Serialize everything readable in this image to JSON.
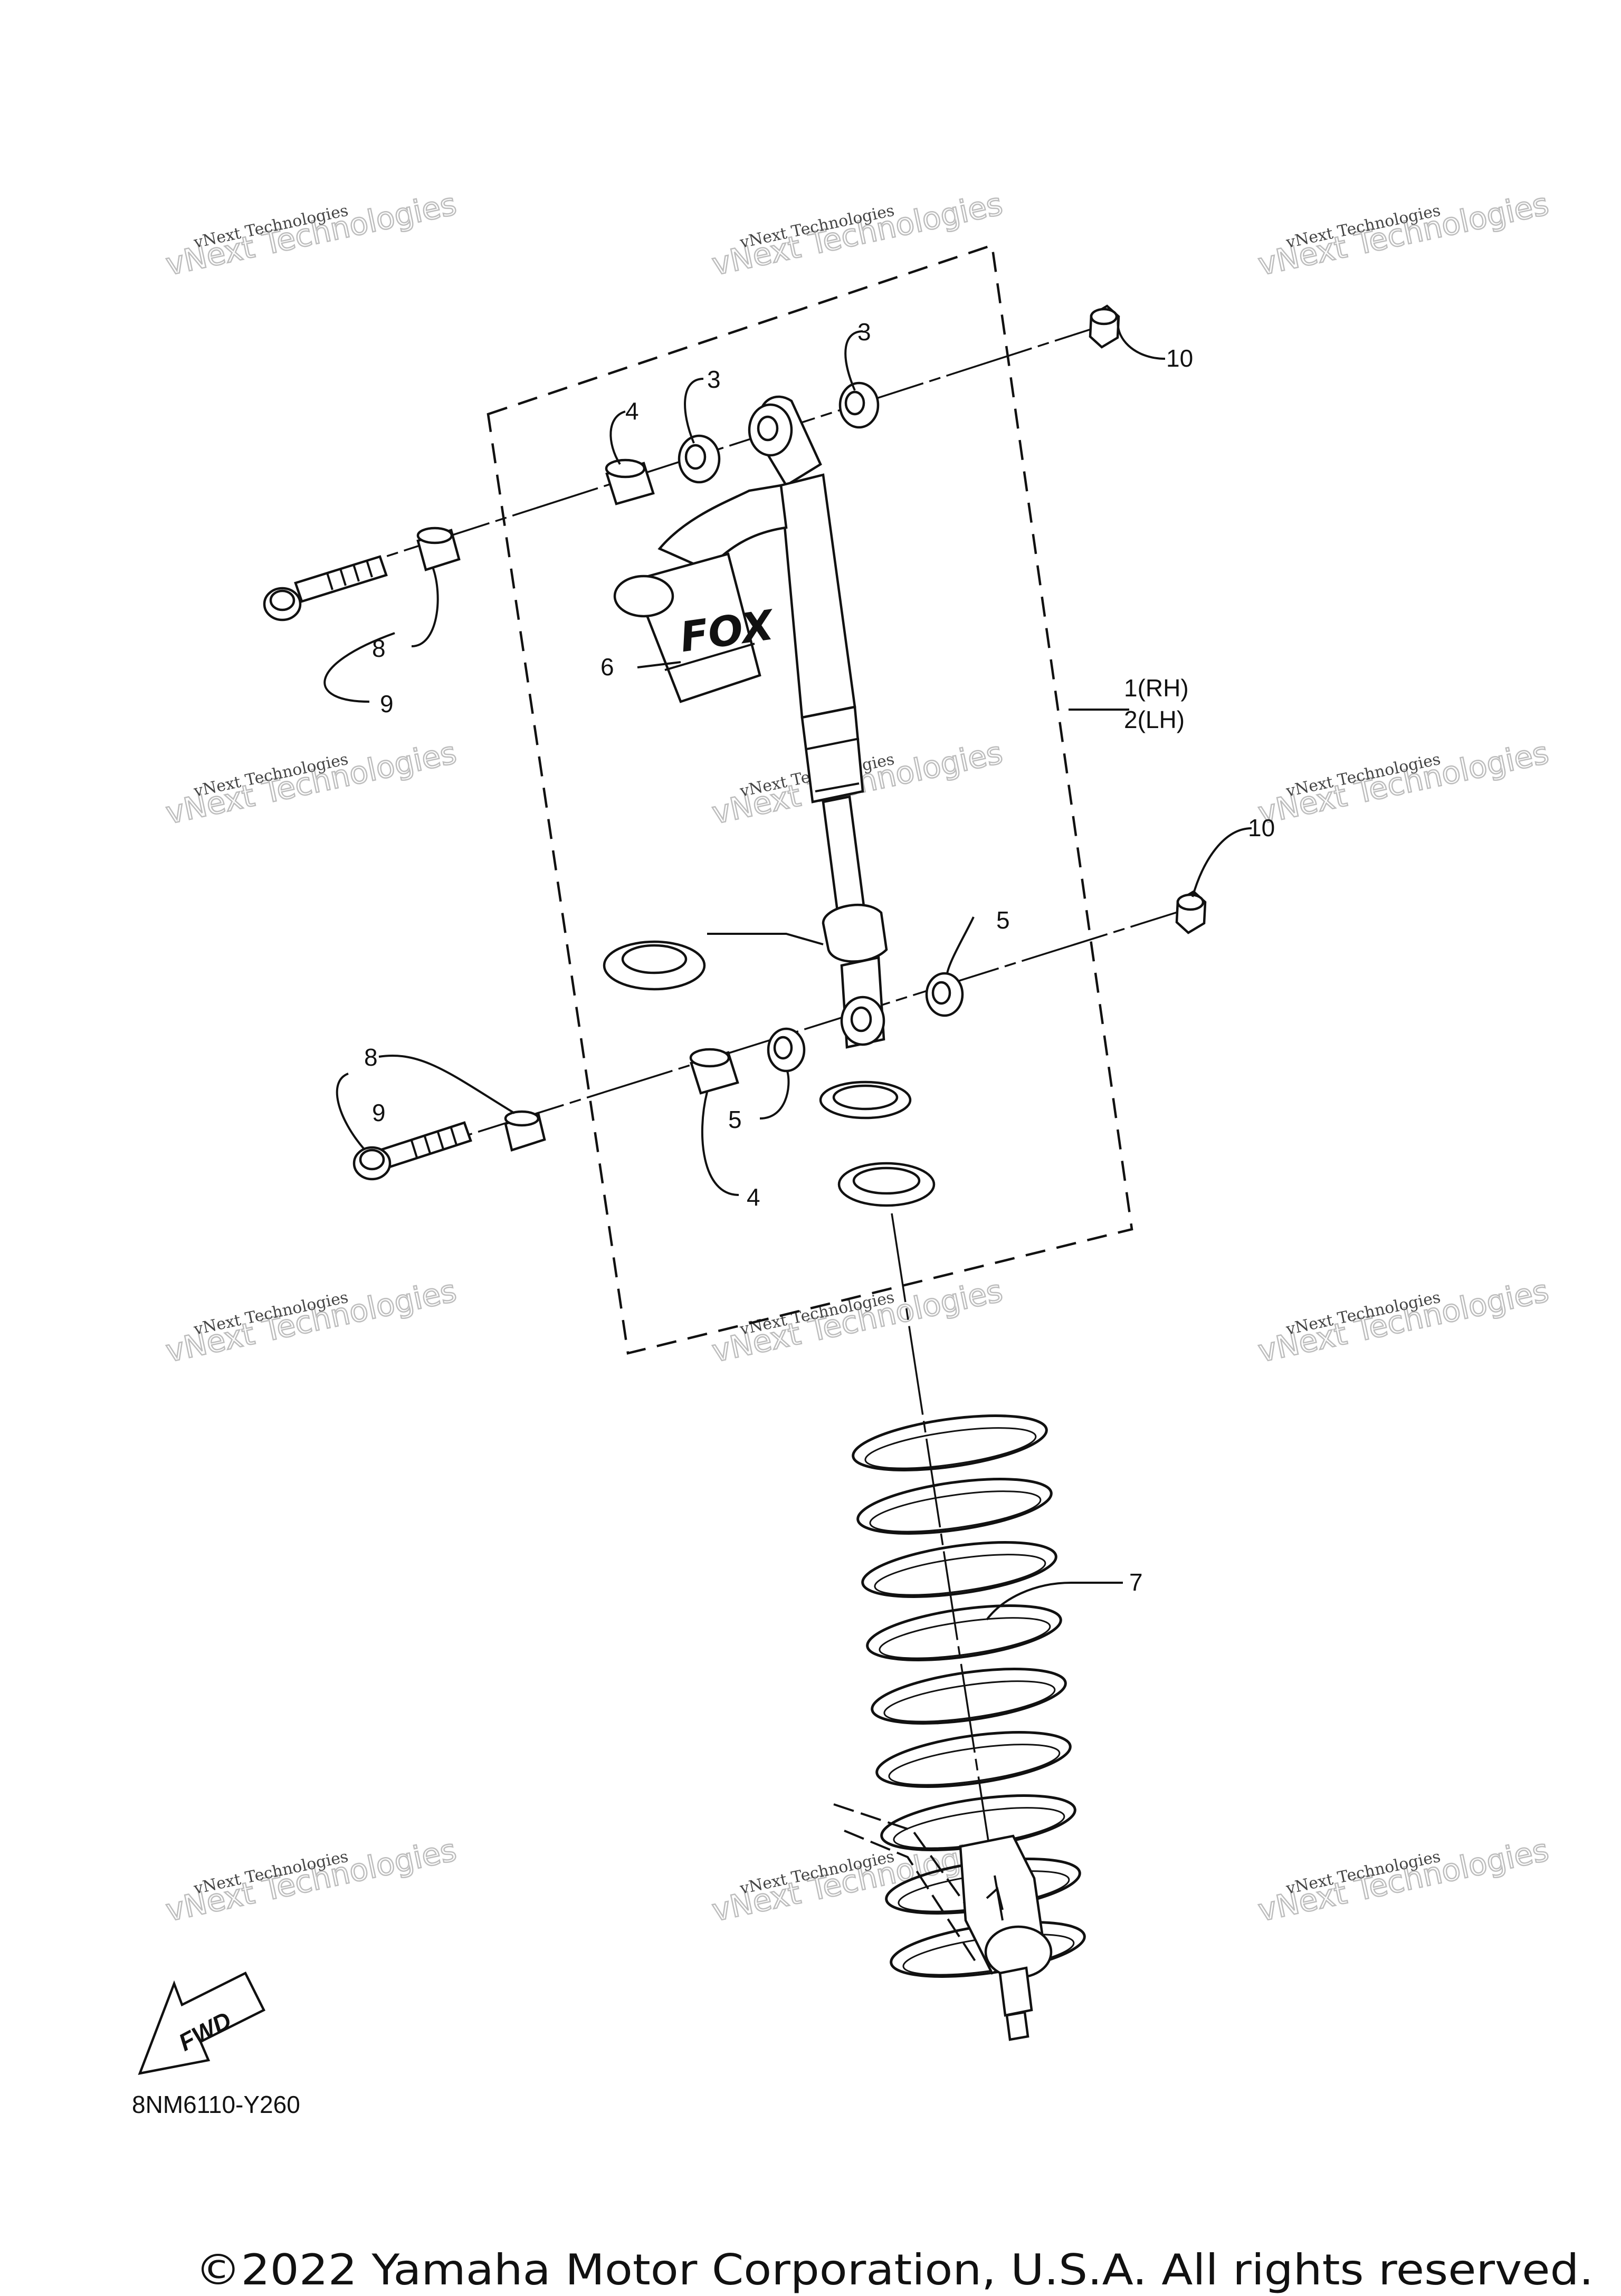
{
  "diagram": {
    "callouts": {
      "c1": "1(RH)",
      "c2": "2(LH)",
      "c3a": "3",
      "c3b": "3",
      "c4a": "4",
      "c4b": "4",
      "c5a": "5",
      "c5b": "5",
      "c6": "6",
      "c7": "7",
      "c8a": "8",
      "c8b": "8",
      "c9a": "9",
      "c9b": "9",
      "c10a": "10",
      "c10b": "10"
    },
    "brand_logo_text": "FOX",
    "fwd_label": "FWD",
    "diagram_code": "8NM6110-Y260"
  },
  "watermark": {
    "name": "vNext Technologies",
    "big": "vNext Technologies"
  },
  "footer": {
    "copyright": "©2022 Yamaha Motor Corporation, U.S.A. All rights reserved."
  }
}
